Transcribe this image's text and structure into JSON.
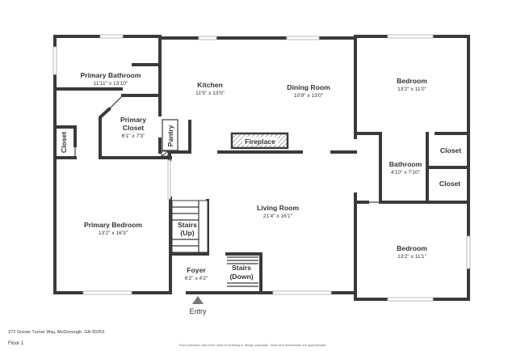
{
  "plan": {
    "address": "272 Grover Turner Way, McDonough, GA 30253",
    "floor": "Floor 1",
    "disclaimer": "Floor plan/tour cannot be used for building or design purposes. Sizes and dimensions are approximate.",
    "entry_label": "Entry",
    "fireplace_label": "Fireplace"
  },
  "rooms": {
    "primary_bathroom": {
      "name": "Primary Bathroom",
      "dim": "11'11\" x 13'10\""
    },
    "kitchen": {
      "name": "Kitchen",
      "dim": "11'5\" x 13'0\""
    },
    "dining_room": {
      "name": "Dining Room",
      "dim": "10'9\" x 13'0\""
    },
    "bedroom_top": {
      "name": "Bedroom",
      "dim": "13'2\" x 11'0\""
    },
    "primary_closet": {
      "name1": "Primary",
      "name2": "Closet",
      "dim": "6'1\" x 7'3\""
    },
    "pantry": {
      "name": "Pantry"
    },
    "closet_left": {
      "name": "Closet"
    },
    "closet_right_top": {
      "name": "Closet"
    },
    "closet_right_bot": {
      "name": "Closet"
    },
    "bathroom": {
      "name": "Bathroom",
      "dim": "4'10\" x 7'10\""
    },
    "primary_bedroom": {
      "name": "Primary Bedroom",
      "dim": "13'2\" x 16'3\""
    },
    "living_room": {
      "name": "Living Room",
      "dim": "21'4\" x 16'1\""
    },
    "stairs_up": {
      "name1": "Stairs",
      "name2": "(Up)"
    },
    "foyer": {
      "name": "Foyer",
      "dim": "6'2\" x 4'2\""
    },
    "stairs_down": {
      "name1": "Stairs",
      "name2": "(Down)"
    },
    "bedroom_bottom": {
      "name": "Bedroom",
      "dim": "13'2\" x 11'1\""
    }
  }
}
